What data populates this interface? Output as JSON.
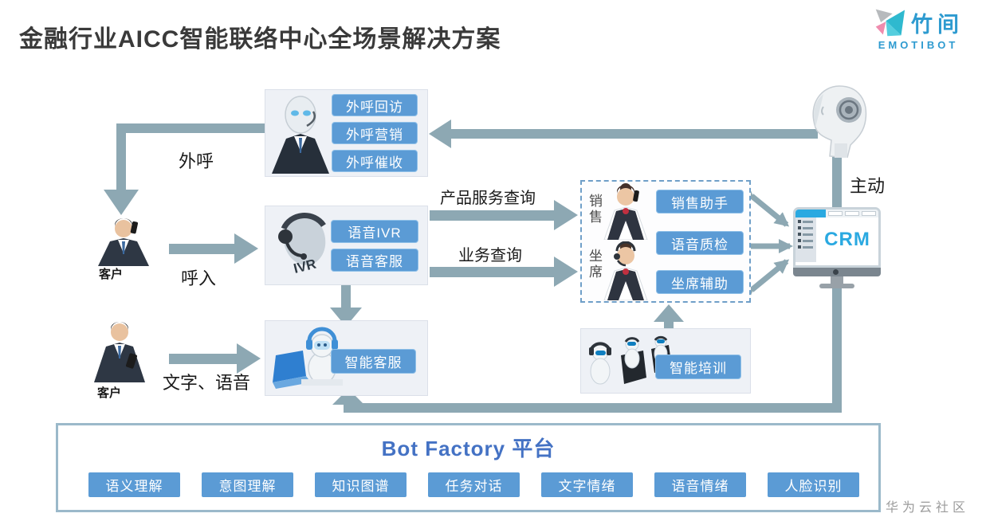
{
  "page": {
    "title": "金融行业AICC智能联络中心全场景解决方案"
  },
  "logo": {
    "name": "竹间",
    "wordmark": "EMOTIBOT"
  },
  "labels": {
    "outbound": "外呼",
    "inbound": "呼入",
    "text_voice": "文字、语音",
    "customer": "客户",
    "proactive": "主动",
    "product_service_query": "产品服务查询",
    "business_query": "业务查询",
    "sales": "销售",
    "agent_seat": "坐席",
    "crm": "CRM",
    "ivr_badge": "IVR"
  },
  "nodes": {
    "outbound": {
      "buttons": [
        "外呼回访",
        "外呼营销",
        "外呼催收"
      ]
    },
    "voice": {
      "buttons": [
        "语音IVR",
        "语音客服"
      ]
    },
    "chatbot": {
      "buttons": [
        "智能客服"
      ]
    },
    "agents": {
      "buttons": [
        "销售助手",
        "语音质检",
        "坐席辅助"
      ]
    },
    "training": {
      "buttons": [
        "智能培训"
      ]
    }
  },
  "platform": {
    "title": "Bot Factory 平台",
    "buttons": [
      "语义理解",
      "意图理解",
      "知识图谱",
      "任务对话",
      "文字情绪",
      "语音情绪",
      "人脸识别"
    ]
  },
  "watermark": "华为云社区",
  "colors": {
    "button_blue": "#5b9bd5",
    "arrow_gray_blue": "#8da8b3",
    "platform_title_blue": "#4472c4",
    "logo_blue": "#2e9bd0",
    "dashed_border_blue": "#6f9fc8",
    "crm_blue": "#2aa9e1"
  }
}
